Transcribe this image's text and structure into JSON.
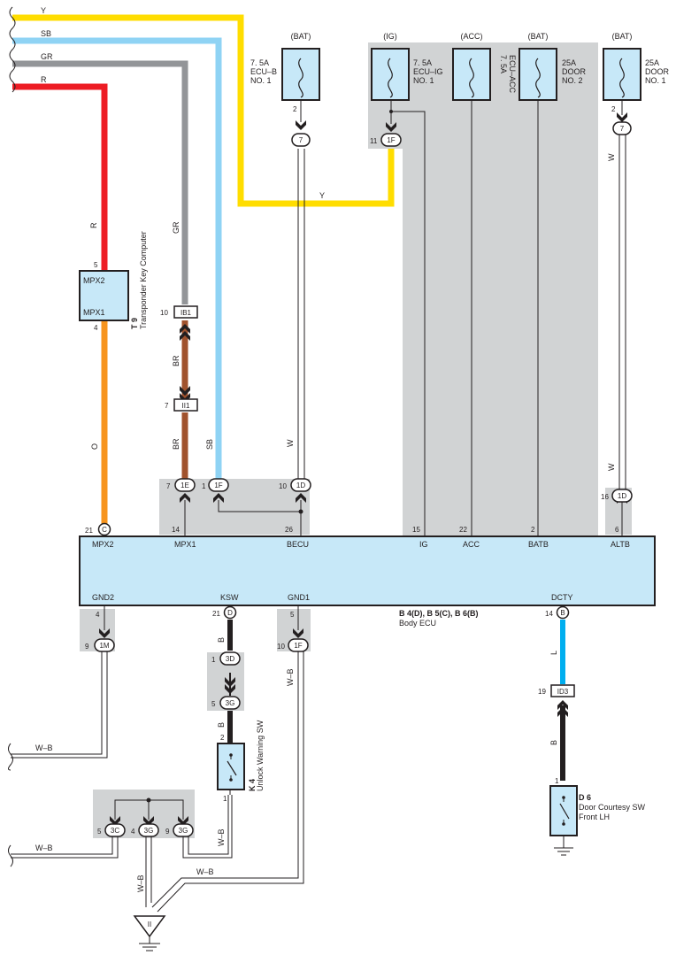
{
  "wire_labels": {
    "y_top": "Y",
    "sb_top": "SB",
    "gr_top": "GR",
    "r_top": "R",
    "r_mid": "R",
    "gr_mid": "GR",
    "y_mid": "Y",
    "br_1": "BR",
    "br_2": "BR",
    "sb_low": "SB",
    "o": "O",
    "w_becu": "W",
    "w_altb_top": "W",
    "w_altb_low": "W",
    "b_ksw1": "B",
    "b_ksw2": "B",
    "l_dcty": "L",
    "b_dcty": "B",
    "wb_gnd1": "W–B",
    "wb_left1": "W–B",
    "wb_left2": "W–B",
    "wb_k4": "W–B",
    "wb_bottom": "W–B",
    "wb_ground": "W–B"
  },
  "fuses": {
    "f1": {
      "source": "(BAT)",
      "l1": "7. 5A",
      "l2": "ECU–B",
      "l3": "NO. 1"
    },
    "f2": {
      "source": "(IG)",
      "l1": "7. 5A",
      "l2": "ECU–IG",
      "l3": "NO. 1"
    },
    "f3": {
      "source": "(ACC)",
      "l1": "7. 5A",
      "l2": "ECU–ACC"
    },
    "f4": {
      "source": "(BAT)",
      "l1": "25A",
      "l2": "DOOR",
      "l3": "NO. 2"
    },
    "f5": {
      "source": "(BAT)",
      "l1": "25A",
      "l2": "DOOR",
      "l3": "NO. 1"
    }
  },
  "connectors": {
    "c7a": "7",
    "c1f_top": "1F",
    "c7b": "7",
    "c1b1": "IB1",
    "cii1": "II1",
    "c1e": "1E",
    "c1f_mid": "1F",
    "c1d_mid": "1D",
    "c1d_right": "1D",
    "cc": "C",
    "c1m": "1M",
    "cd": "D",
    "c1f_bot": "1F",
    "cb": "B",
    "c3d": "3D",
    "c3g_a": "3G",
    "cid3": "ID3",
    "c3c": "3C",
    "c3g_b": "3G",
    "c3g_c": "3G",
    "ground": "II"
  },
  "pins": {
    "p2a": "2",
    "p11": "11",
    "p2b": "2",
    "p5": "5",
    "p4": "4",
    "p10a": "10",
    "p7a": "7",
    "p7b": "7",
    "p1a": "1",
    "p10b": "10",
    "p16": "16",
    "p21a": "21",
    "p14a": "14",
    "p26": "26",
    "p15": "15",
    "p22": "22",
    "p2c": "2",
    "p6": "6",
    "p4b": "4",
    "p21b": "21",
    "p5b": "5",
    "p14b": "14",
    "p9": "9",
    "p10c": "10",
    "p1b": "1",
    "p5c": "5",
    "p2d": "2",
    "p1c": "1",
    "p19": "19",
    "p1d": "1",
    "p5d": "5",
    "p4c": "4",
    "p9b": "9"
  },
  "ecu": {
    "terms_top": {
      "mpx2": "MPX2",
      "mpx1": "MPX1",
      "becu": "BECU",
      "ig": "IG",
      "acc": "ACC",
      "batb": "BATB",
      "altb": "ALTB"
    },
    "terms_bot": {
      "gnd2": "GND2",
      "ksw": "KSW",
      "gnd1": "GND1",
      "dcty": "DCTY"
    },
    "code": "B 4(D), B 5(C), B 6(B)",
    "name": "Body ECU"
  },
  "transponder": {
    "pin_top": "MPX2",
    "pin_bot": "MPX1",
    "code": "T 9",
    "name": "Transponder Key Computer"
  },
  "k4": {
    "code": "K 4",
    "name": "Unlock Warning SW"
  },
  "d6": {
    "code": "D 6",
    "name1": "Door Courtesy SW",
    "name2": "Front LH"
  },
  "colors": {
    "yellow": "#ffdd00",
    "sky": "#8fd3f4",
    "gray": "#939598",
    "red": "#ed1c24",
    "orange": "#f7941d",
    "brown": "#a0522d",
    "blue": "#00aeef",
    "shade": "#d1d3d4",
    "ecu_fill": "#c7e8f8"
  }
}
